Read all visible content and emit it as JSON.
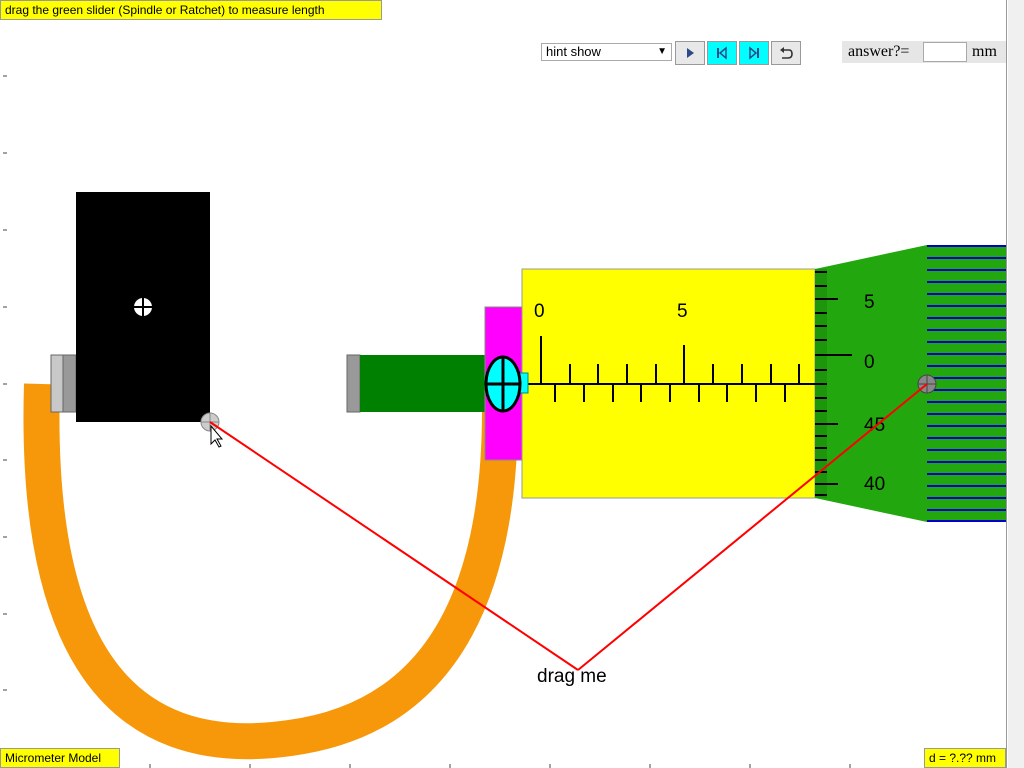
{
  "instruction": "drag the green slider (Spindle or Ratchet) to measure length",
  "hint_select": {
    "selected": "hint show"
  },
  "toolbar": {
    "play_icon": "play-icon",
    "step_back_icon": "step-back-icon",
    "step_forward_icon": "step-forward-icon",
    "reset_icon": "reset-icon"
  },
  "answer": {
    "label": "answer?=",
    "value": "",
    "unit": "mm"
  },
  "sleeve_scale": {
    "label_0": "0",
    "label_5": "5"
  },
  "thimble_scale": {
    "label_top": "5",
    "label_zero": "0",
    "label_45": "45",
    "label_40": "40"
  },
  "drag_label": "drag me",
  "footer": {
    "model_name": "Micrometer Model",
    "readout": "d = ?.?? mm"
  },
  "colors": {
    "frame": "#f7980a",
    "anvil_block": "#000000",
    "spindle": "#008000",
    "lock": "#ff00ff",
    "sleeve": "#ffff00",
    "thimble": "#22a80e",
    "lock_knob": "#00ffff",
    "guide_lines": "#ff0000",
    "ratchet_lines": "#0000cc"
  }
}
